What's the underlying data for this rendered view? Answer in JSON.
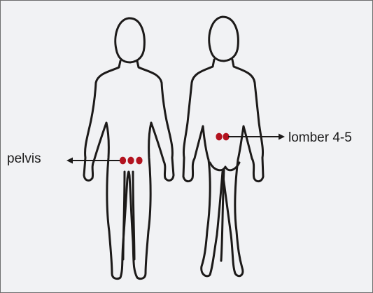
{
  "labels": {
    "pelvis": "pelvis",
    "lumbar": "lomber 4-5"
  },
  "colors": {
    "background": "#f1f2f4",
    "outline": "#1c1a19",
    "marker": "#b3131f",
    "frame": "#6d6d6d"
  },
  "figures": [
    {
      "view": "front",
      "marker_count": 3,
      "marker_region": "pelvis"
    },
    {
      "view": "back",
      "marker_count": 2,
      "marker_region": "lumbar L4-L5"
    }
  ]
}
